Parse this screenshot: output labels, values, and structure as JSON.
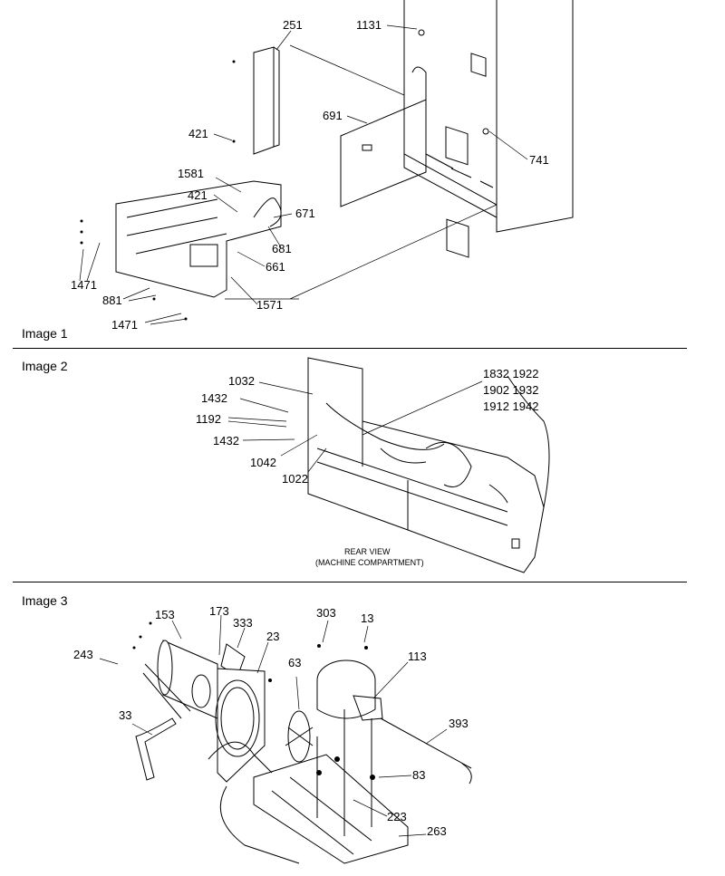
{
  "images": [
    {
      "title": "Image 1",
      "callouts": [
        "251",
        "1131",
        "421",
        "691",
        "741",
        "1581",
        "421",
        "671",
        "681",
        "661",
        "1471",
        "881",
        "1571",
        "1471"
      ]
    },
    {
      "title": "Image 2",
      "callouts": [
        "1032",
        "1432",
        "1192",
        "1432",
        "1042",
        "1022",
        "1832 1922",
        "1902 1932",
        "1912 1942"
      ],
      "caption_line1": "REAR VIEW",
      "caption_line2": "(MACHINE COMPARTMENT)"
    },
    {
      "title": "Image 3",
      "callouts": [
        "153",
        "173",
        "333",
        "303",
        "13",
        "243",
        "23",
        "63",
        "113",
        "33",
        "393",
        "83",
        "223",
        "263"
      ]
    }
  ]
}
